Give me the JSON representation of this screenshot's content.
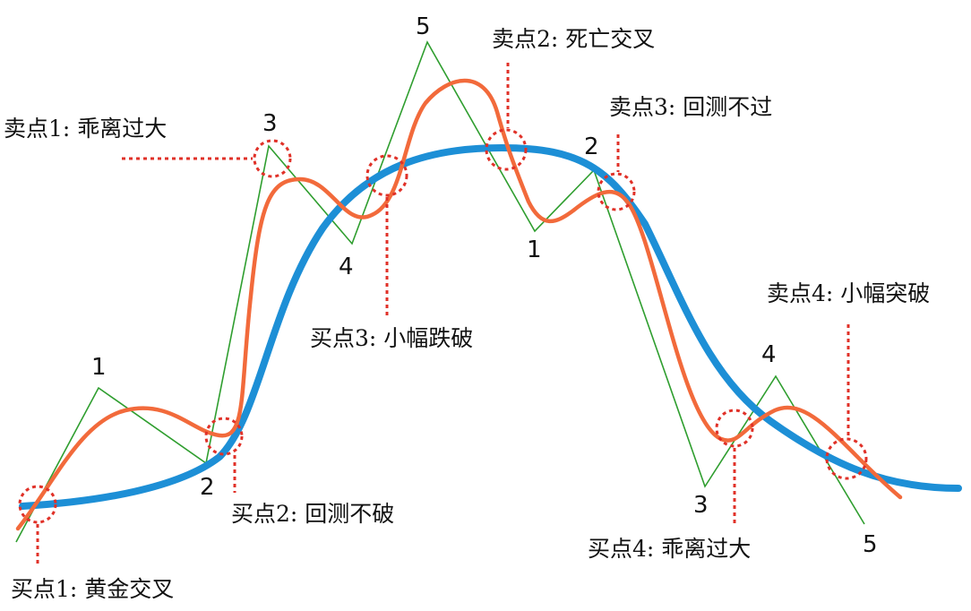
{
  "colors": {
    "ma_long": "#1d8fd6",
    "ma_short": "#f26a3b",
    "price_wave": "#2f9e2f",
    "signal": "#e03128",
    "text": "#111111"
  },
  "wave_labels": {
    "up_1": "1",
    "up_2": "2",
    "up_3": "3",
    "up_4": "4",
    "up_5": "5",
    "down_1": "1",
    "down_2": "2",
    "down_3": "3",
    "down_4": "4",
    "down_5": "5"
  },
  "callouts": {
    "buy_1": "买点1: 黄金交叉",
    "buy_2": "买点2: 回测不破",
    "buy_3": "买点3: 小幅跌破",
    "buy_4": "买点4: 乖离过大",
    "sell_1": "卖点1: 乖离过大",
    "sell_2": "卖点2: 死亡交叉",
    "sell_3": "卖点3: 回测不过",
    "sell_4": "卖点4: 小幅突破"
  }
}
